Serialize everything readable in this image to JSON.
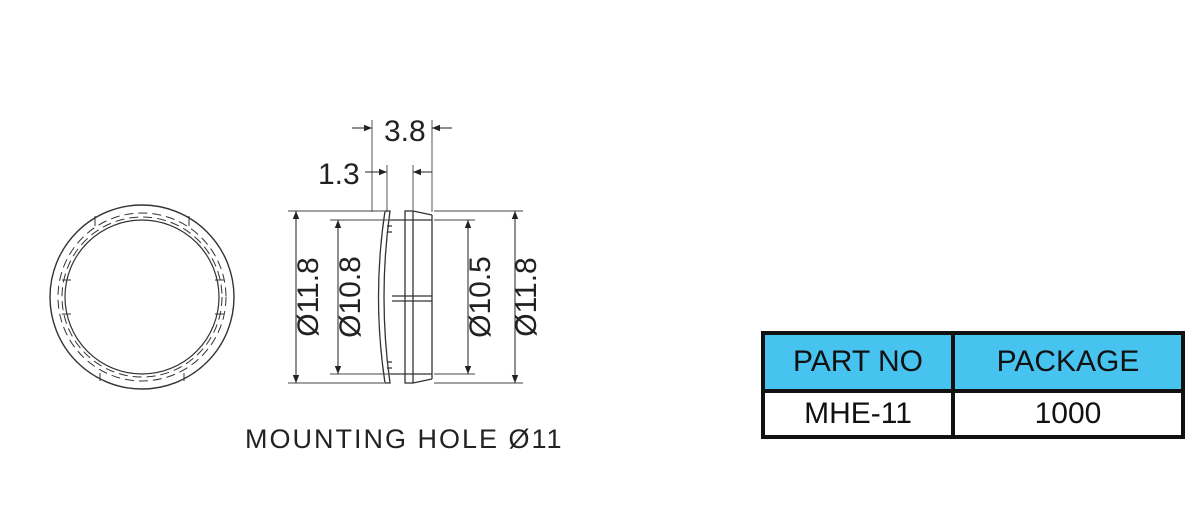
{
  "dimensions": {
    "overall_width": "3.8",
    "flange_thickness": "1.3",
    "flange_dia": "Ø11.8",
    "body_dia": "Ø10.8",
    "clip_dia": "Ø10.5",
    "outer_dia": "Ø11.8"
  },
  "caption": "MOUNTING HOLE Ø11",
  "table": {
    "headers": [
      "PART NO",
      "PACKAGE"
    ],
    "row": [
      "MHE-11",
      "1000"
    ]
  },
  "colors": {
    "header_bg": "#46c3ee",
    "line": "#222222"
  }
}
